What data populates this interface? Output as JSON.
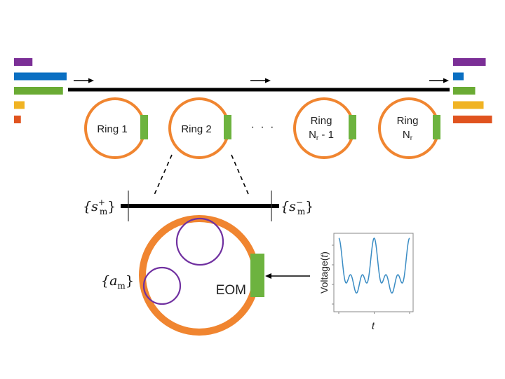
{
  "colors": {
    "ring": "#f08530",
    "eom": "#6db33f",
    "waveguide": "#000000",
    "mode": "#7030a0",
    "signal": "#3a8cc4",
    "spectrum": [
      "#7b2f96",
      "#0a6fc2",
      "#6aab34",
      "#f0b323",
      "#e0531f"
    ]
  },
  "spectrum_input": {
    "label": "input-spectrum",
    "relative_powers": [
      0.35,
      1.0,
      0.93,
      0.2,
      0.13
    ]
  },
  "spectrum_output": {
    "label": "output-spectrum",
    "relative_powers": [
      0.62,
      0.2,
      0.42,
      0.58,
      0.74
    ]
  },
  "rings": [
    {
      "line1": "Ring 1",
      "line2": "",
      "sub": ""
    },
    {
      "line1": "Ring 2",
      "line2": "",
      "sub": ""
    },
    {
      "line1": "Ring",
      "line2": "N",
      "sub": "r",
      "suffix": " - 1"
    },
    {
      "line1": "Ring",
      "line2": "N",
      "sub": "r",
      "suffix": ""
    }
  ],
  "ellipsis": "· · ·",
  "detail": {
    "input_label": {
      "base": "{s",
      "sup": "+",
      "sub": "m",
      "close": "}"
    },
    "output_label": {
      "base": "{s",
      "sup": "−",
      "sub": "m",
      "close": "}"
    },
    "mode_label": {
      "base": "{a",
      "sub": "m",
      "close": "}"
    },
    "eom_label": "EOM"
  },
  "chart_data": {
    "type": "line",
    "title": "",
    "xlabel": "t",
    "ylabel": "Voltage(t)",
    "xlim": [
      0,
      2
    ],
    "ylim": [
      -1.15,
      1.15
    ],
    "x_ticks": [
      0,
      1,
      2
    ],
    "y_ticks": 4,
    "tick_labels_shown": false,
    "grid": false,
    "series": [
      {
        "name": "Voltage(t)",
        "description": "periodic multi-harmonic drive, period 1",
        "harmonics": [
          {
            "n": 1,
            "amp": 0.55,
            "phase": 0.0
          },
          {
            "n": 2,
            "amp": 0.25,
            "phase": 0.0
          },
          {
            "n": 3,
            "amp": 0.35,
            "phase": 0.0
          }
        ]
      }
    ]
  }
}
